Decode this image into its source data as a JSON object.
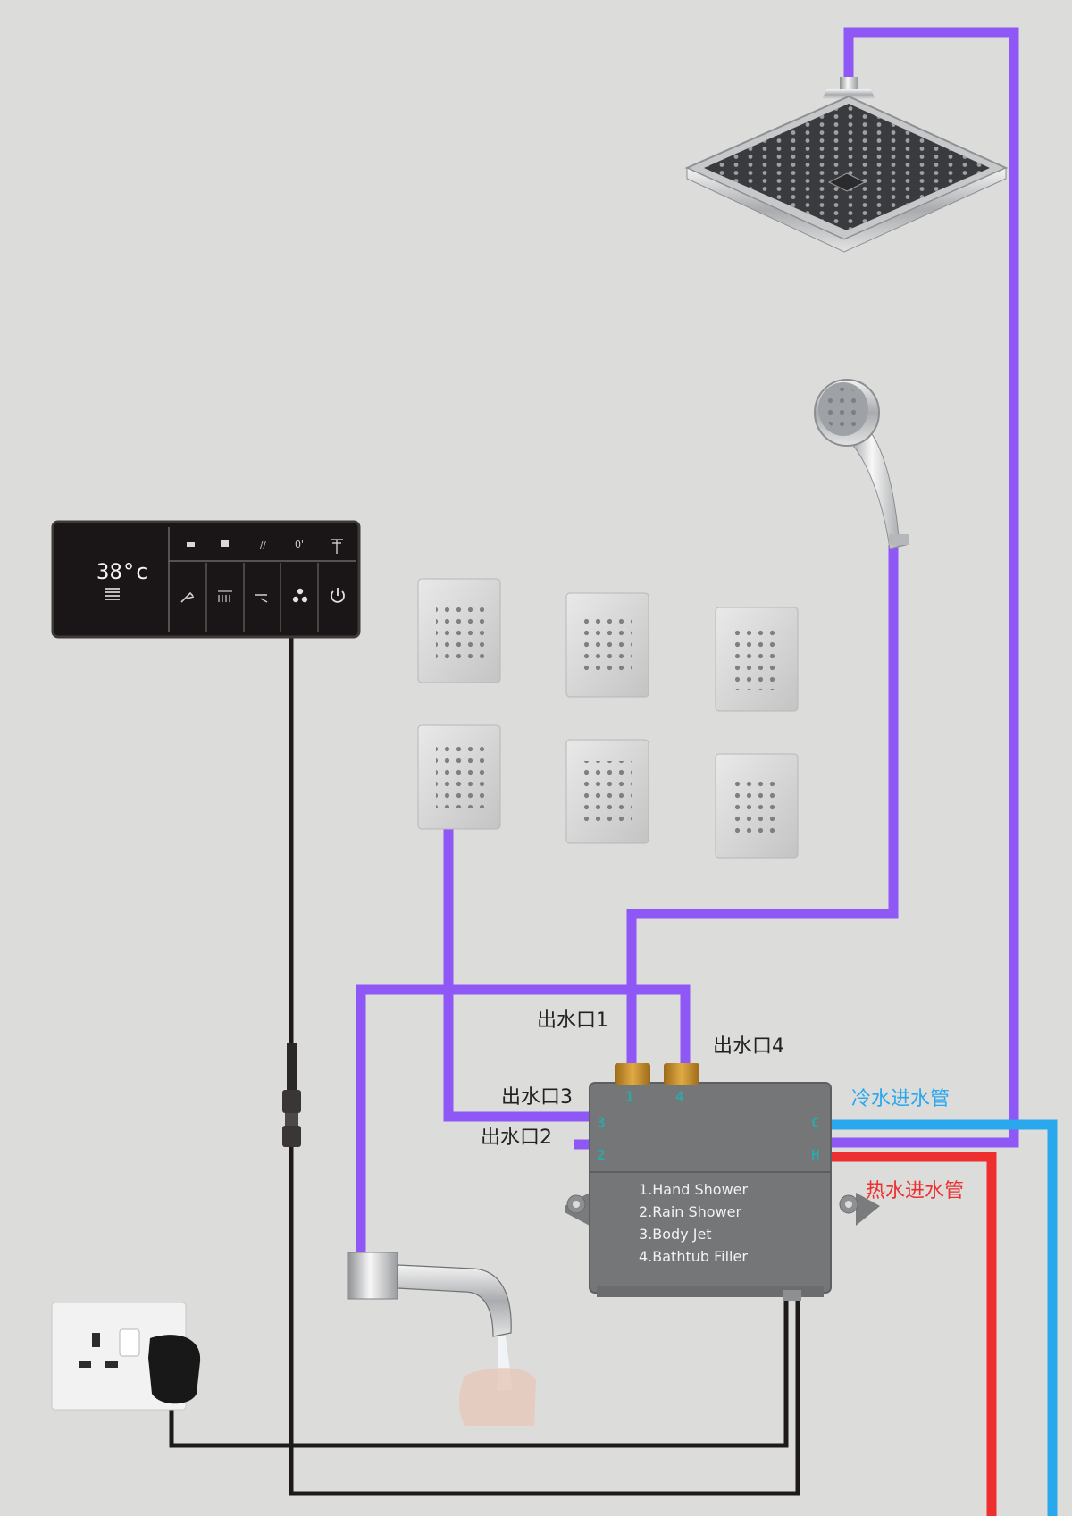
{
  "controller": {
    "temperature": "38°c"
  },
  "outlets": {
    "outlet1": "出水口1",
    "outlet2": "出水口2",
    "outlet3": "出水口3",
    "outlet4": "出水口4"
  },
  "inlets": {
    "cold": "冷水进水管",
    "hot": "热水进水管"
  },
  "valve": {
    "legend": [
      "1.Hand Shower",
      "2.Rain Shower",
      "3.Body Jet",
      "4.Bathtub Filler"
    ],
    "ports": {
      "top1": "1",
      "top4": "4",
      "left3": "3",
      "left2": "2",
      "right_c": "C",
      "right_h": "H"
    }
  },
  "colors": {
    "outlet_pipe": "#8f57f5",
    "cold_pipe": "#29a8ee",
    "hot_pipe": "#ee2f2f",
    "cable": "#1e1a1a",
    "background": "#dcdcda"
  }
}
